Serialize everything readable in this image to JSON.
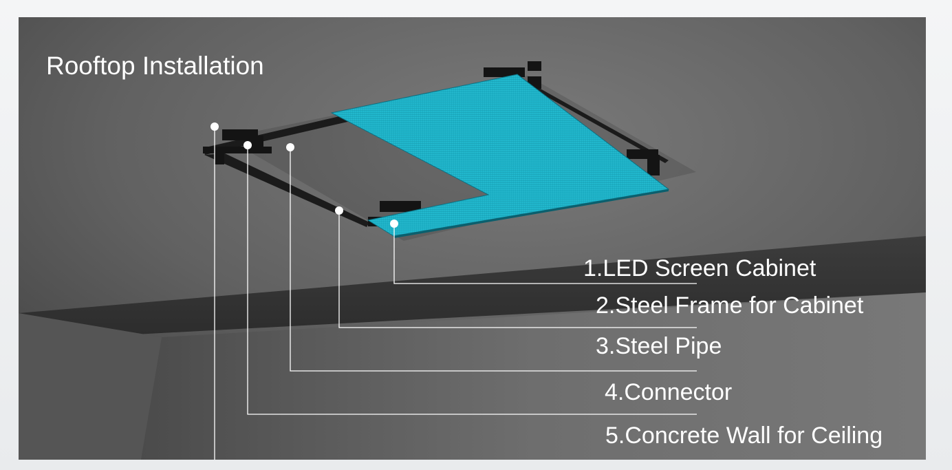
{
  "title": "Rooftop Installation",
  "labels": [
    "1.LED Screen Cabinet",
    "2.Steel Frame for Cabinet",
    "3.Steel Pipe",
    "4.Connector",
    "5.Concrete Wall for Ceiling"
  ],
  "colors": {
    "led_screen": "#1fb9cf",
    "frame": "#1b1b1b",
    "callout_line": "#ffffff",
    "ceiling": "#5c5c5c",
    "wall": "#6a6a6a"
  }
}
